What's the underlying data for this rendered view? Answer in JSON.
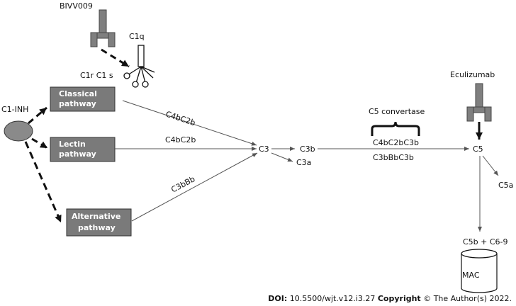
{
  "antibodies": {
    "bivv": "BIVV009",
    "eculizumab": "Eculizumab"
  },
  "c1": {
    "c1q": "C1q",
    "c1rs": "C1r C1 s",
    "c1_inh": "C1-INH"
  },
  "pathways": {
    "classical_line1": "Classical",
    "classical_line2": "pathway",
    "lectin_line1": "Lectin",
    "lectin_line2": "pathway",
    "alternative_line1": "Alternative",
    "alternative_line2": "pathway"
  },
  "convertases": {
    "classical": "C4bC2b",
    "lectin": "C4bC2b",
    "alternative": "C3bBb"
  },
  "components": {
    "c3": "C3",
    "c3b": "C3b",
    "c3a": "C3a",
    "c5_convertase": "C5 convertase",
    "c5_conv_1": "C4bC2bC3b",
    "c5_conv_2": "C3bBbC3b",
    "c5": "C5",
    "c5a": "C5a",
    "c5b_c69": "C5b + C6-9",
    "mac": "MAC"
  },
  "credit": {
    "doi_label": "DOI:",
    "doi_value": "10.5500/wjt.v12.i3.27",
    "copyright_label": "Copyright",
    "copyright_text": "© The Author(s) 2022."
  },
  "colors": {
    "box_fill": "#7a7a7a",
    "antibody_fill": "#7f7f7f",
    "line": "#555555"
  }
}
